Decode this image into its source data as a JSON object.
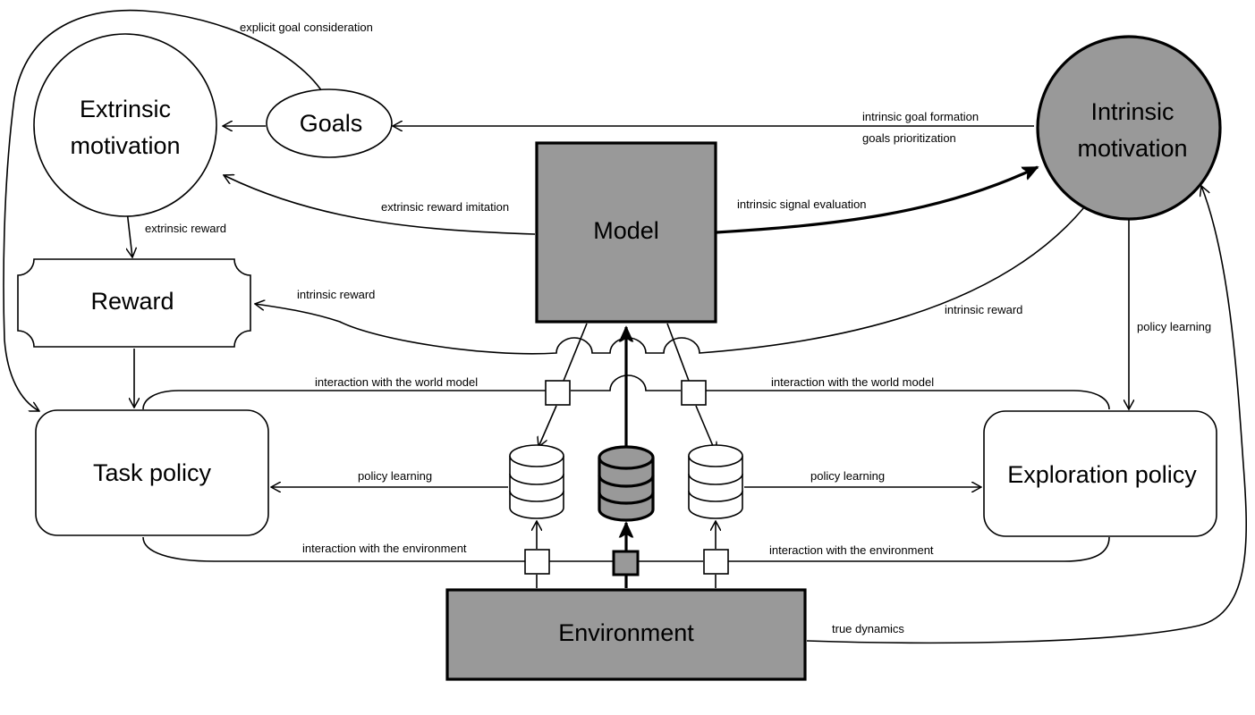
{
  "nodes": {
    "extrinsic_motivation": {
      "line1": "Extrinsic",
      "line2": "motivation"
    },
    "goals": {
      "label": "Goals"
    },
    "intrinsic_motivation": {
      "line1": "Intrinsic",
      "line2": "motivation"
    },
    "model": {
      "label": "Model"
    },
    "reward": {
      "label": "Reward"
    },
    "task_policy": {
      "label": "Task policy"
    },
    "exploration_policy": {
      "label": "Exploration policy"
    },
    "environment": {
      "label": "Environment"
    }
  },
  "edges": {
    "explicit_goal_consideration": "explicit goal consideration",
    "intrinsic_goal_formation": "intrinsic goal formation",
    "goals_prioritization": "goals prioritization",
    "extrinsic_reward_imitation": "extrinsic reward imitation",
    "intrinsic_signal_evaluation": "intrinsic signal evaluation",
    "extrinsic_reward": "extrinsic reward",
    "intrinsic_reward_left": "intrinsic reward",
    "intrinsic_reward_right": "intrinsic reward",
    "policy_learning_right_vertical": "policy learning",
    "world_model_left": "interaction with the world model",
    "world_model_right": "interaction with the world model",
    "policy_learning_left": "policy learning",
    "policy_learning_middle_right": "policy learning",
    "environment_left": "interaction with the environment",
    "environment_right": "interaction with the environment",
    "true_dynamics": "true dynamics"
  },
  "colors": {
    "grey_fill": "#999999",
    "stroke": "#000000",
    "background": "#ffffff"
  }
}
